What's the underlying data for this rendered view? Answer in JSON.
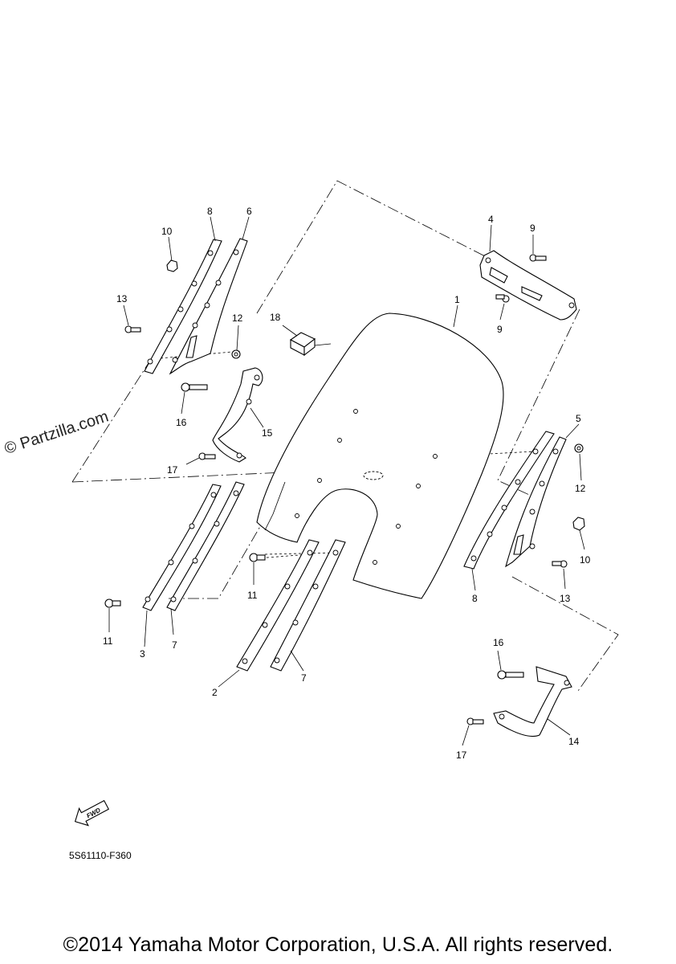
{
  "diagram": {
    "watermark": "© Partzilla.com",
    "diagram_code": "5S61110-F360",
    "fwd_label": "FWD",
    "copyright": "©2014 Yamaha Motor Corporation, U.S.A. All rights reserved.",
    "callouts": {
      "c1": "1",
      "c2": "2",
      "c3": "3",
      "c4": "4",
      "c5": "5",
      "c6": "6",
      "c7a": "7",
      "c7b": "7",
      "c8a": "8",
      "c8b": "8",
      "c9a": "9",
      "c9b": "9",
      "c10a": "10",
      "c10b": "10",
      "c11a": "11",
      "c11b": "11",
      "c12a": "12",
      "c12b": "12",
      "c13a": "13",
      "c13b": "13",
      "c14": "14",
      "c15": "15",
      "c16a": "16",
      "c16b": "16",
      "c17a": "17",
      "c17b": "17",
      "c18": "18"
    }
  }
}
